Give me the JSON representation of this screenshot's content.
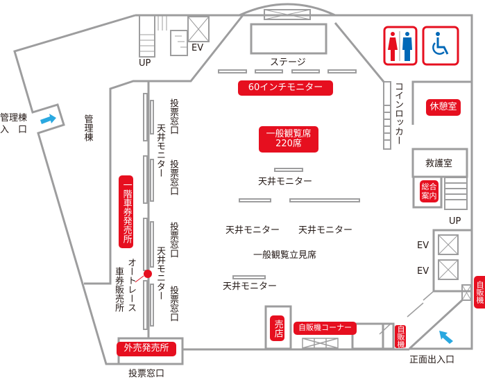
{
  "colors": {
    "wall": "#9d9d9e",
    "badge": "#e60f1f",
    "arrow": "#29a8e0",
    "male": "#0068b7",
    "female": "#e60f1f",
    "text": "#231815"
  },
  "icons": {
    "restroom": "restroom-icon",
    "accessible": "wheelchair-icon",
    "elevator": "elevator-icon",
    "arrow": "entrance-arrow-icon"
  },
  "labels": {
    "up_left": "UP",
    "ev_top": "EV",
    "stage": "ステージ",
    "monitor_60": "60インチモニター",
    "coin_locker": "コインロッカー",
    "rest_room": "休憩室",
    "general_seats": "一般観覧席",
    "general_seats_count": "220席",
    "ceiling_monitor": "天井モニター",
    "first_aid": "救護室",
    "info": "総合案内",
    "up_right": "UP",
    "ev": "EV",
    "standing": "一般観覧立見席",
    "shop": "売店",
    "vending_corner": "自販機コーナー",
    "vending": "自販機",
    "admin_entrance_1": "管理棟",
    "admin_entrance_2": "入　口",
    "admin": "管理棟",
    "ticket_window": "投票窓口",
    "first_floor_sales": "一階車券発売所",
    "autorace_1": "オートレース",
    "autorace_2": "車券販売所",
    "outside_sales": "外売発売所",
    "front_entrance": "正面出入口"
  }
}
